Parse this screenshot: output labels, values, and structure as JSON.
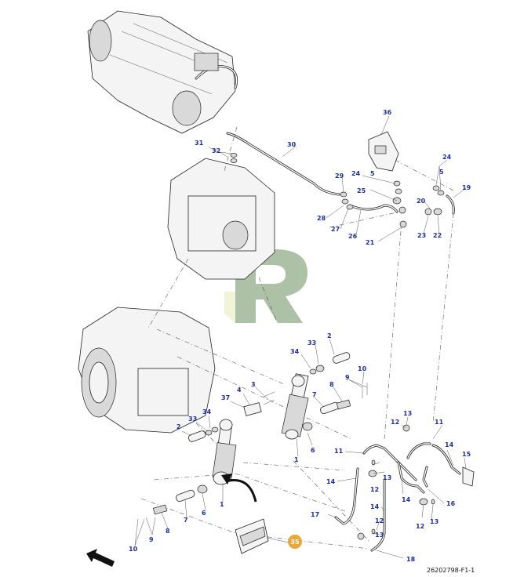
{
  "figure_code": "26202798-F1-1",
  "highlight_color": "#e9a93a",
  "callout_color": "#1f2f9a",
  "watermark_color": "#6b8f5e",
  "icons": [
    "front-arrow-icon",
    "decal-sticker-icon"
  ],
  "callouts": [
    {
      "id": "c30",
      "text": "30"
    },
    {
      "id": "c31",
      "text": "31"
    },
    {
      "id": "c32",
      "text": "32"
    },
    {
      "id": "c36",
      "text": "36"
    },
    {
      "id": "c29",
      "text": "29"
    },
    {
      "id": "c24a",
      "text": "24"
    },
    {
      "id": "c5a",
      "text": "5"
    },
    {
      "id": "c25",
      "text": "25"
    },
    {
      "id": "c28",
      "text": "28"
    },
    {
      "id": "c27",
      "text": "27"
    },
    {
      "id": "c26",
      "text": "26"
    },
    {
      "id": "c21",
      "text": "21"
    },
    {
      "id": "c20",
      "text": "20"
    },
    {
      "id": "c24b",
      "text": "24"
    },
    {
      "id": "c5b",
      "text": "5"
    },
    {
      "id": "c19",
      "text": "19"
    },
    {
      "id": "c23",
      "text": "23"
    },
    {
      "id": "c22",
      "text": "22"
    },
    {
      "id": "c2a",
      "text": "2"
    },
    {
      "id": "c33a",
      "text": "33"
    },
    {
      "id": "c34a",
      "text": "34"
    },
    {
      "id": "c10a",
      "text": "10"
    },
    {
      "id": "c9a",
      "text": "9"
    },
    {
      "id": "c3",
      "text": "3"
    },
    {
      "id": "c4",
      "text": "4"
    },
    {
      "id": "c8a",
      "text": "8"
    },
    {
      "id": "c7a",
      "text": "7"
    },
    {
      "id": "c37",
      "text": "37"
    },
    {
      "id": "c34b",
      "text": "34"
    },
    {
      "id": "c33b",
      "text": "33"
    },
    {
      "id": "c2b",
      "text": "2"
    },
    {
      "id": "c6a",
      "text": "6"
    },
    {
      "id": "c1a",
      "text": "1"
    },
    {
      "id": "c13a",
      "text": "13"
    },
    {
      "id": "c12a",
      "text": "12"
    },
    {
      "id": "c11a",
      "text": "11"
    },
    {
      "id": "c11b",
      "text": "11"
    },
    {
      "id": "c14a",
      "text": "14"
    },
    {
      "id": "c15",
      "text": "15"
    },
    {
      "id": "c14b",
      "text": "14"
    },
    {
      "id": "c13b",
      "text": "13"
    },
    {
      "id": "c12b",
      "text": "12"
    },
    {
      "id": "c14c",
      "text": "14"
    },
    {
      "id": "c16",
      "text": "16"
    },
    {
      "id": "c1b",
      "text": "1"
    },
    {
      "id": "c7b",
      "text": "7"
    },
    {
      "id": "c6b",
      "text": "6"
    },
    {
      "id": "c8b",
      "text": "8"
    },
    {
      "id": "c9b",
      "text": "9"
    },
    {
      "id": "c10b",
      "text": "10"
    },
    {
      "id": "c17",
      "text": "17"
    },
    {
      "id": "c14d",
      "text": "14"
    },
    {
      "id": "c12c",
      "text": "12"
    },
    {
      "id": "c13c",
      "text": "13"
    },
    {
      "id": "c12d",
      "text": "12"
    },
    {
      "id": "c13d",
      "text": "13"
    },
    {
      "id": "c18",
      "text": "18"
    },
    {
      "id": "c35",
      "text": "35"
    }
  ]
}
